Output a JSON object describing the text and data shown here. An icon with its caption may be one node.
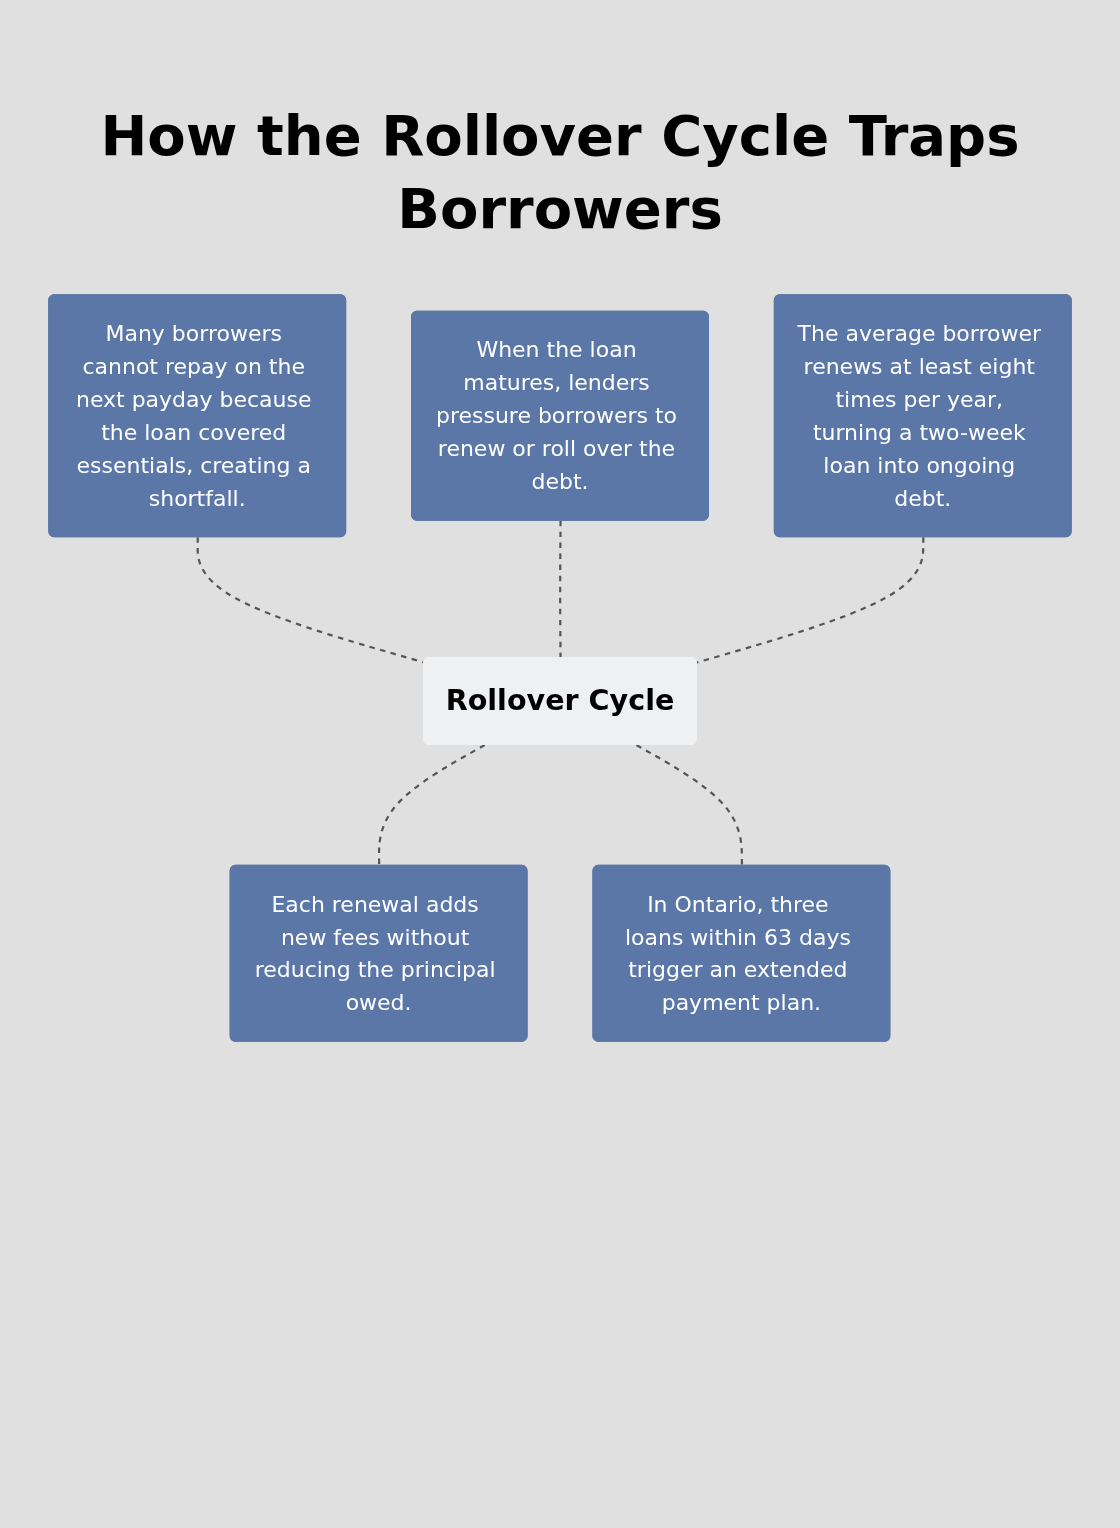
{
  "diagram": {
    "title": "How the Rollover Cycle Traps Borrowers",
    "nodes": [
      {
        "text": [
          "Many borrowers cannot repay on the next payday because the loan covered essentials, creating a shortfall."
        ]
      },
      {
        "text": [
          "When the loan matures, lenders pressure borrowers to renew or roll over the debt."
        ]
      },
      {
        "text": [
          "The average borrower renews at least eight times per year, turning a two-week loan into ongoing debt."
        ]
      },
      {
        "text": [
          "Rollover Cycle"
        ]
      },
      {
        "text": [
          "Each renewal adds new fees without reducing the principal owed."
        ]
      },
      {
        "text": [
          "In Ontario, three loans within 63 days trigger an extended payment plan."
        ]
      }
    ],
    "edges": [
      {
        "from": 0,
        "to": 3,
        "arrow": "none",
        "style": "dashed"
      },
      {
        "from": 1,
        "to": 3,
        "arrow": "none",
        "style": "dashed"
      },
      {
        "from": 2,
        "to": 3,
        "arrow": "none",
        "style": "dashed"
      },
      {
        "from": 3,
        "to": 4,
        "arrow": "none",
        "style": "dashed"
      },
      {
        "from": 3,
        "to": 5,
        "arrow": "none",
        "style": "dashed"
      }
    ]
  }
}
